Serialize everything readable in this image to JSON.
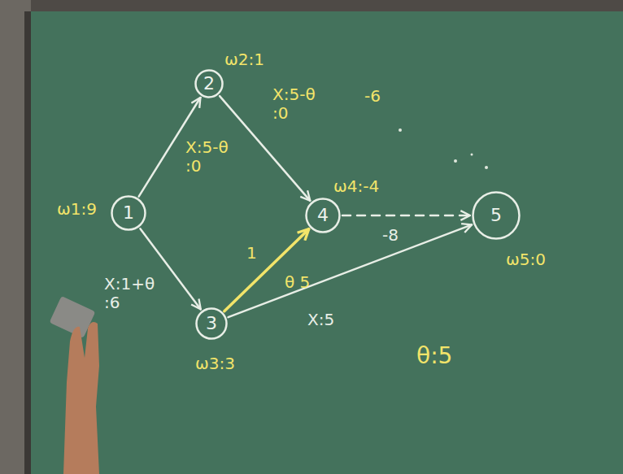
{
  "diagram": {
    "nodes": [
      {
        "text": [
          "1"
        ]
      },
      {
        "text": [
          "2"
        ]
      },
      {
        "text": [
          "3"
        ]
      },
      {
        "text": [
          "4"
        ]
      },
      {
        "text": [
          "5"
        ]
      }
    ],
    "edges": [
      {
        "from": 0,
        "to": 1,
        "arrow": "to",
        "label": "X:5-θ :0"
      },
      {
        "from": 1,
        "to": 3,
        "arrow": "to",
        "label": "X:5-θ :0"
      },
      {
        "from": 0,
        "to": 2,
        "arrow": "to",
        "label": "X:1+θ :6"
      },
      {
        "from": 2,
        "to": 3,
        "arrow": "to",
        "label": "1"
      },
      {
        "from": 3,
        "to": 4,
        "arrow": "to",
        "label": "-8"
      },
      {
        "from": 2,
        "to": 4,
        "arrow": "to",
        "label": "X:5"
      }
    ],
    "labels": [
      "ω1:9",
      "ω2:1",
      "ω3:3",
      "ω4:-4",
      "ω5:0",
      "-6",
      "θ 5",
      "θ:5"
    ]
  }
}
